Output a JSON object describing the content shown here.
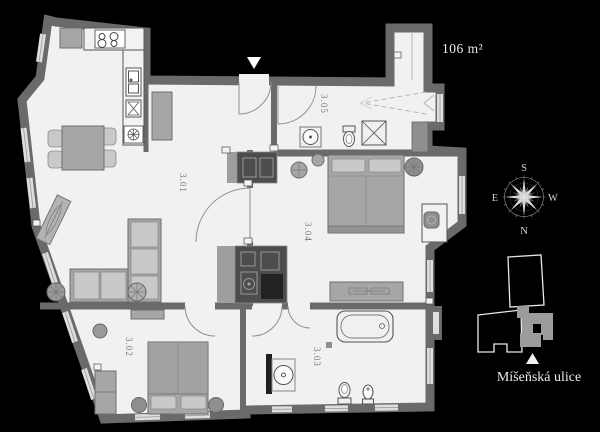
{
  "scene": {
    "background": "#000000",
    "area_label": "106 m²",
    "street_label": "Míšeňská ulice"
  },
  "compass": {
    "top": "S",
    "left": "E",
    "right": "W",
    "bottom": "N"
  },
  "plan": {
    "room_labels": [
      "3.01",
      "3.02",
      "3.03",
      "3.04",
      "3.05"
    ]
  },
  "icons": {
    "entrance_marker": "triangle-down",
    "map_pointer": "triangle-up",
    "compass_rose": "16-point-star",
    "shower": "square-with-x",
    "extractor_fan": "circle-asterisk"
  },
  "colors": {
    "background": "#000000",
    "floor": "#f1f1ef",
    "wall": "#6a6a6a",
    "furniture": "#a6a6a6",
    "furniture_dark": "#4d4d4d",
    "fixture": "#f2f2f2",
    "text_light": "#ececec",
    "room_label": "#757575",
    "map_building_fill": "#9c9c9c"
  }
}
